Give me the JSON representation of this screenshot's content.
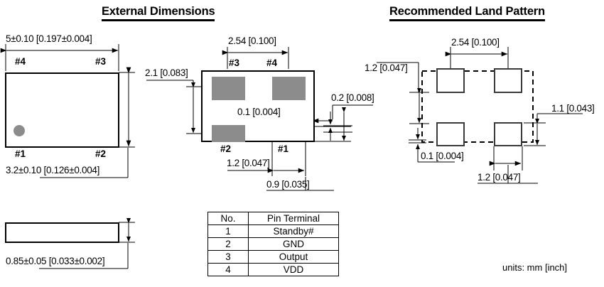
{
  "titles": {
    "external": "External Dimensions",
    "land": "Recommended Land Pattern"
  },
  "units_note": "units:  mm [inch]",
  "top_view": {
    "width_dim": "5±0.10 [0.197±0.004]",
    "height_dim": "3.2±0.10 [0.126±0.004]",
    "pin_top_left": "#4",
    "pin_top_right": "#3",
    "pin_bottom_left": "#1",
    "pin_bottom_right": "#2",
    "marker": "pin1-dot"
  },
  "side_view": {
    "height_dim": "0.85±0.05 [0.033±0.002]"
  },
  "bottom_view": {
    "pitch_dim": "2.54 [0.100]",
    "row_span_dim": "2.1 [0.083]",
    "gap_dim": "0.1 [0.004]",
    "pad_edge_dim": "0.2 [0.008]",
    "pad_width_dim": "1.2 [0.047]",
    "pad_offset_dim": "0.9 [0.035]",
    "pin_top_left": "#3",
    "pin_top_right": "#4",
    "pin_bottom_left": "#2",
    "pin_bottom_right": "#1"
  },
  "land_pattern": {
    "pitch_dim": "2.54 [0.100]",
    "pad_width_top_dim": "1.2 [0.047]",
    "row_gap_dim": "0.1 [0.004]",
    "pad_height_dim": "1.1 [0.043]",
    "pad_width_bottom_dim": "1.2 [0.047]"
  },
  "pin_table": {
    "headers": [
      "No.",
      "Pin Terminal"
    ],
    "rows": [
      {
        "no": "1",
        "terminal": "Standby#"
      },
      {
        "no": "2",
        "terminal": "GND"
      },
      {
        "no": "3",
        "terminal": "Output"
      },
      {
        "no": "4",
        "terminal": "VDD"
      }
    ]
  },
  "colors": {
    "pad_fill": "#8c8c8c",
    "line": "#000000",
    "land_outline": "#3a3a3a"
  }
}
